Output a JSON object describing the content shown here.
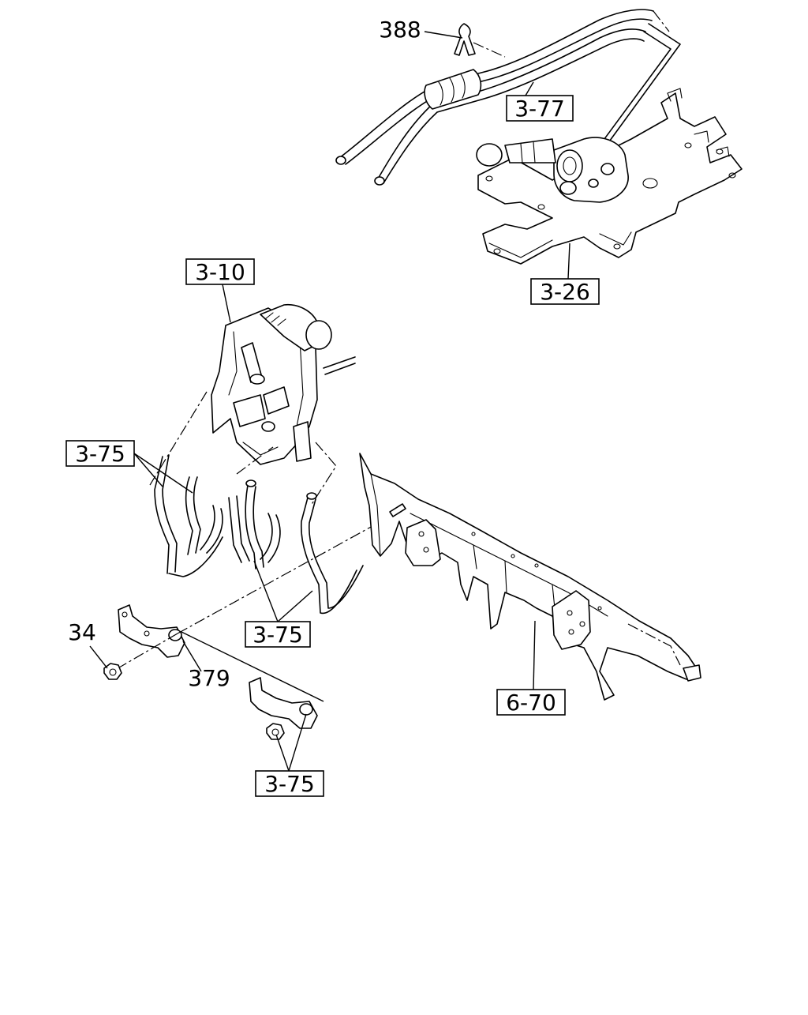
{
  "callouts": {
    "c388": "388",
    "c3_77": "3-77",
    "c3_10": "3-10",
    "c3_26": "3-26",
    "c3_75_left": "3-75",
    "c3_75_mid": "3-75",
    "c3_75_bottom": "3-75",
    "c34": "34",
    "c379": "379",
    "c6_70": "6-70"
  }
}
